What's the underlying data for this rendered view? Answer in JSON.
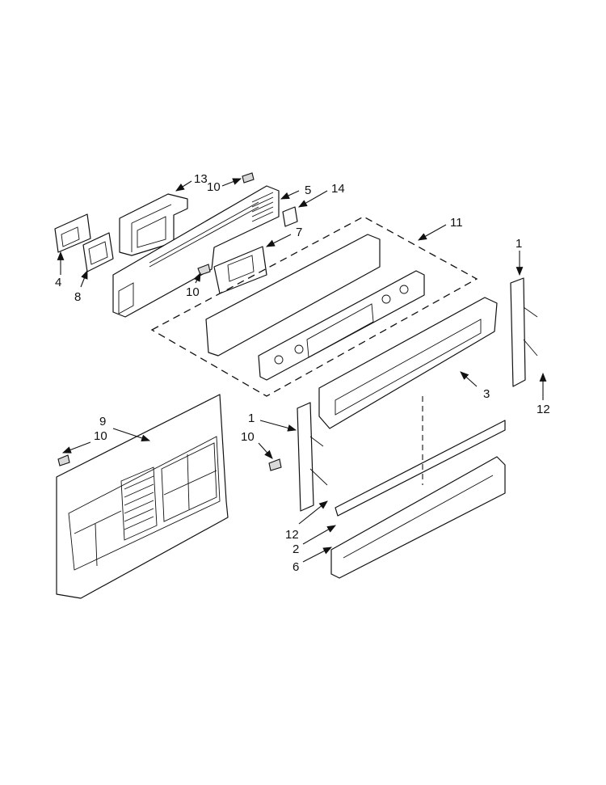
{
  "callouts": [
    {
      "id": "c13a",
      "text": "13"
    },
    {
      "id": "c10a",
      "text": "10"
    },
    {
      "id": "c5",
      "text": "5"
    },
    {
      "id": "c14",
      "text": "14"
    },
    {
      "id": "c7",
      "text": "7"
    },
    {
      "id": "c11",
      "text": "11"
    },
    {
      "id": "c1a",
      "text": "1"
    },
    {
      "id": "c4",
      "text": "4"
    },
    {
      "id": "c8",
      "text": "8"
    },
    {
      "id": "c10b",
      "text": "10"
    },
    {
      "id": "c3",
      "text": "3"
    },
    {
      "id": "c12a",
      "text": "12"
    },
    {
      "id": "c9",
      "text": "9"
    },
    {
      "id": "c10c",
      "text": "10"
    },
    {
      "id": "c1b",
      "text": "1"
    },
    {
      "id": "c10d",
      "text": "10"
    },
    {
      "id": "c12b",
      "text": "12"
    },
    {
      "id": "c2",
      "text": "2"
    },
    {
      "id": "c6",
      "text": "6"
    }
  ]
}
